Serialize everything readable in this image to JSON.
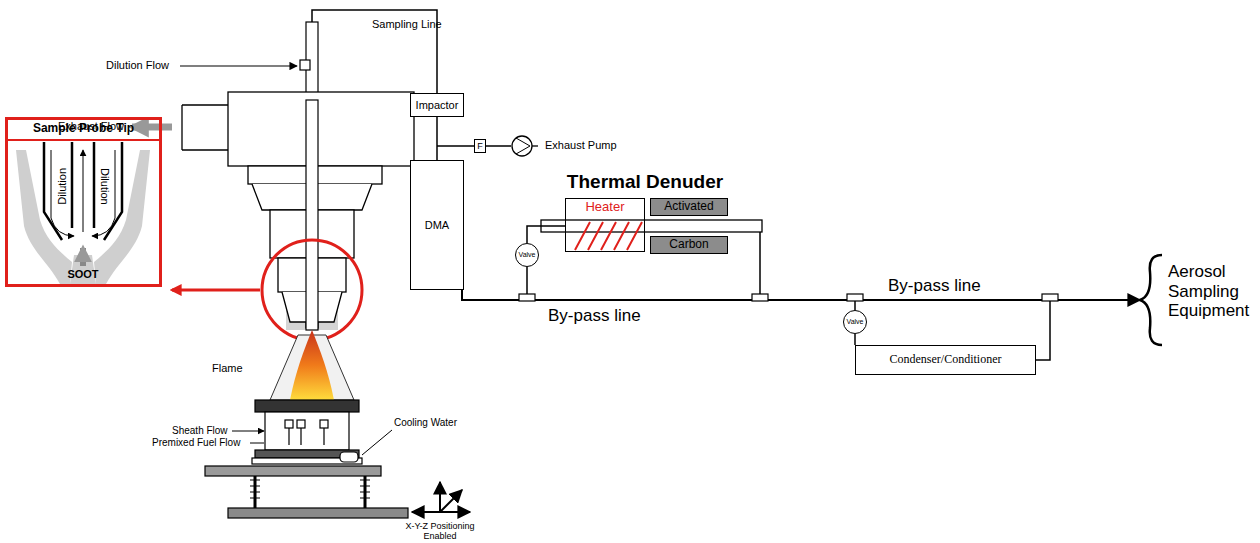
{
  "diagram": {
    "nodes": [
      {
        "text": [
          "Sample Probe Tip"
        ]
      },
      {
        "text": [
          "Impactor"
        ]
      },
      {
        "text": [
          "F"
        ]
      },
      {
        "text": [
          "DMA"
        ]
      },
      {
        "text": [
          "Thermal Denuder"
        ]
      },
      {
        "text": [
          "Heater"
        ],
        "in": 4
      },
      {
        "text": [
          "Activated"
        ],
        "in": 4
      },
      {
        "text": [
          "Carbon"
        ],
        "in": 4
      },
      {
        "text": [
          "Valve"
        ]
      },
      {
        "text": [
          "Condenser/Conditioner"
        ]
      },
      {
        "text": [
          "Valve"
        ]
      }
    ],
    "edges": [
      {
        "from": 1,
        "to": 3,
        "arrow": "none"
      },
      {
        "from": 8,
        "to": 5,
        "arrow": "none"
      },
      {
        "from": 10,
        "to": 9,
        "arrow": "none"
      }
    ],
    "labels": [
      "Sampling Line",
      "Dilution Flow",
      "Exhaust Flow",
      "Dilution",
      "Dilution",
      "SOOT",
      "Exhaust Pump",
      "By-pass line",
      "By-pass line",
      "Aerosol Sampling Equipment",
      "Flame",
      "Sheath Flow",
      "Premixed Fuel Flow",
      "Cooling Water",
      "X-Y-Z Positioning Enabled"
    ]
  }
}
